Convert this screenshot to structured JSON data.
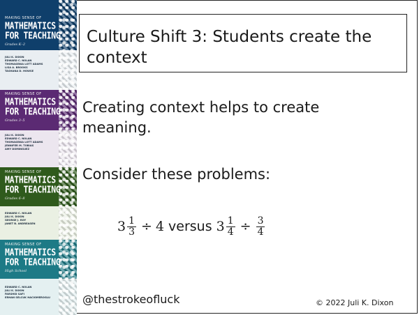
{
  "slide": {
    "title": "Culture Shift 3: Students create the context",
    "paragraph_1": "Creating context helps to create meaning.",
    "paragraph_2": "Consider these problems:",
    "problems": {
      "a_whole": "3",
      "a_num": "1",
      "a_den": "3",
      "a_op": "÷",
      "a_divisor": "4",
      "versus": "versus",
      "b_whole": "3",
      "b_num": "1",
      "b_den": "4",
      "b_op": "÷",
      "b_num2": "3",
      "b_den2": "4"
    },
    "handle": "@thestrokeofluck",
    "copyright": "© 2022 Juli K. Dixon"
  },
  "books": [
    {
      "eyebrow": "MAKING SENSE OF",
      "title_1": "MATHEMATICS",
      "title_2": "FOR TEACHING",
      "grade": "Grades K–2",
      "color": "#0f3f6b",
      "authors": [
        "JULI K. DIXON",
        "EDWARD C. NOLAN",
        "THOMASENIA LOTT ADAMS",
        "LISA A. BROOKS",
        "TASHANA D. HOWSE"
      ]
    },
    {
      "eyebrow": "MAKING SENSE OF",
      "title_1": "MATHEMATICS",
      "title_2": "FOR TEACHING",
      "grade": "Grades 3–5",
      "color": "#5b2a73",
      "authors": [
        "JULI K. DIXON",
        "EDWARD C. NOLAN",
        "THOMASENIA LOTT ADAMS",
        "JENNIFER M. TOBIAS",
        "AMY DOMINGUEZ"
      ]
    },
    {
      "eyebrow": "MAKING SENSE OF",
      "title_1": "MATHEMATICS",
      "title_2": "FOR TEACHING",
      "grade": "Grades 6–8",
      "color": "#2f5a1c",
      "authors": [
        "EDWARD C. NOLAN",
        "JULI K. DIXON",
        "GEORGE J. ROY",
        "JANET B. ANDREASEN"
      ]
    },
    {
      "eyebrow": "MAKING SENSE OF",
      "title_1": "MATHEMATICS",
      "title_2": "FOR TEACHING",
      "grade": "High School",
      "color": "#1d7a86",
      "authors": [
        "EDWARD C. NOLAN",
        "JULI K. DIXON",
        "FARSHID SAFI",
        "ERHAN SELCUK HACIOMEROGLU"
      ]
    }
  ]
}
